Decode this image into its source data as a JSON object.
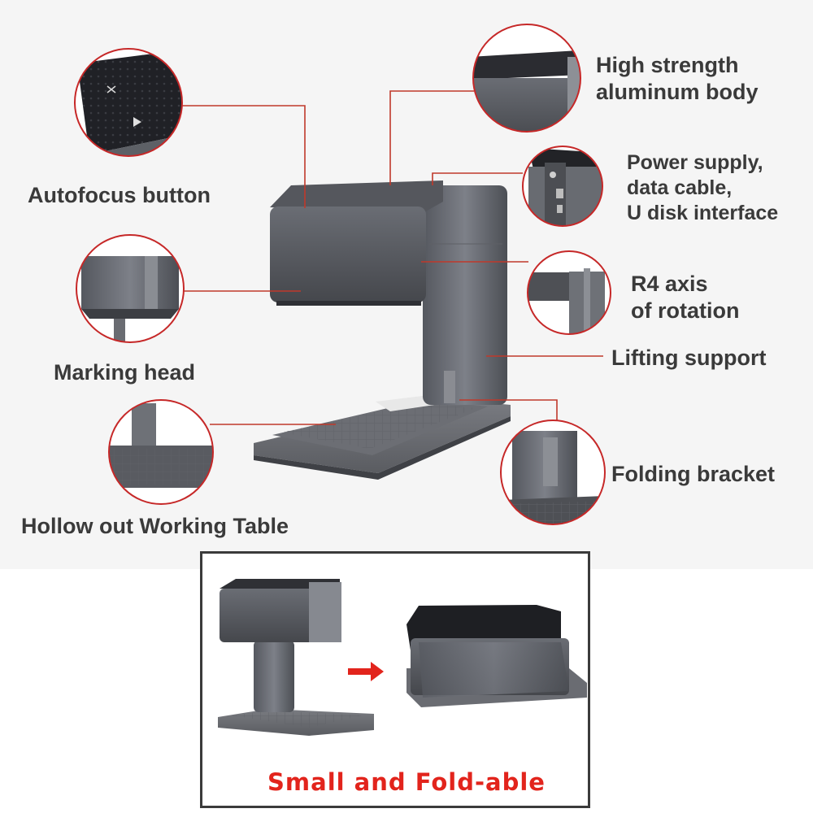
{
  "labels": {
    "autofocus": "Autofocus button",
    "body_line1": "High strength",
    "body_line2": "aluminum body",
    "power_line1": "Power supply,",
    "power_line2": "data cable,",
    "power_line3": "U disk interface",
    "r4_line1": "R4 axis",
    "r4_line2": "of rotation",
    "lifting": "Lifting support",
    "marking": "Marking head",
    "folding": "Folding bracket",
    "table": "Hollow out Working Table"
  },
  "fold": {
    "caption": "Small and Fold-able"
  },
  "icons": {
    "arrow": "right-arrow-icon",
    "focus_button": "crosshair-icon",
    "play_button": "play-icon"
  },
  "colors": {
    "callout_line": "#c0392b",
    "callout_ring": "#c62828",
    "caption": "#e2241c",
    "device_dark": "#4a4c52",
    "device_mid": "#6b6e75",
    "text": "#3a3a3a"
  }
}
